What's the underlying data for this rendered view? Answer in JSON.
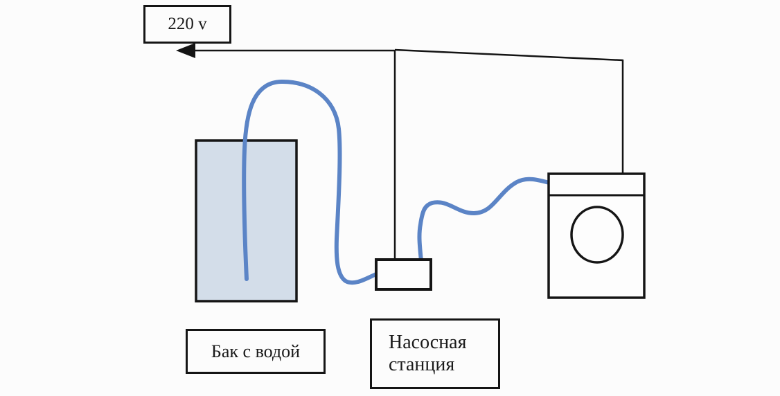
{
  "labels": {
    "power": "220 v",
    "tank": "Бак с водой",
    "pump_station": "Насосная станция"
  },
  "components": {
    "power_supply": "220v mains supply box",
    "water_tank": "tank filled with water",
    "pump_station": "pump station unit",
    "washing_machine": "front-loading washing machine"
  },
  "colors": {
    "hose": "#5b84c6",
    "tank_fill": "#d3dde9",
    "line": "#141414",
    "background": "#fcfcfc",
    "device_fill": "#fdfdfd"
  }
}
